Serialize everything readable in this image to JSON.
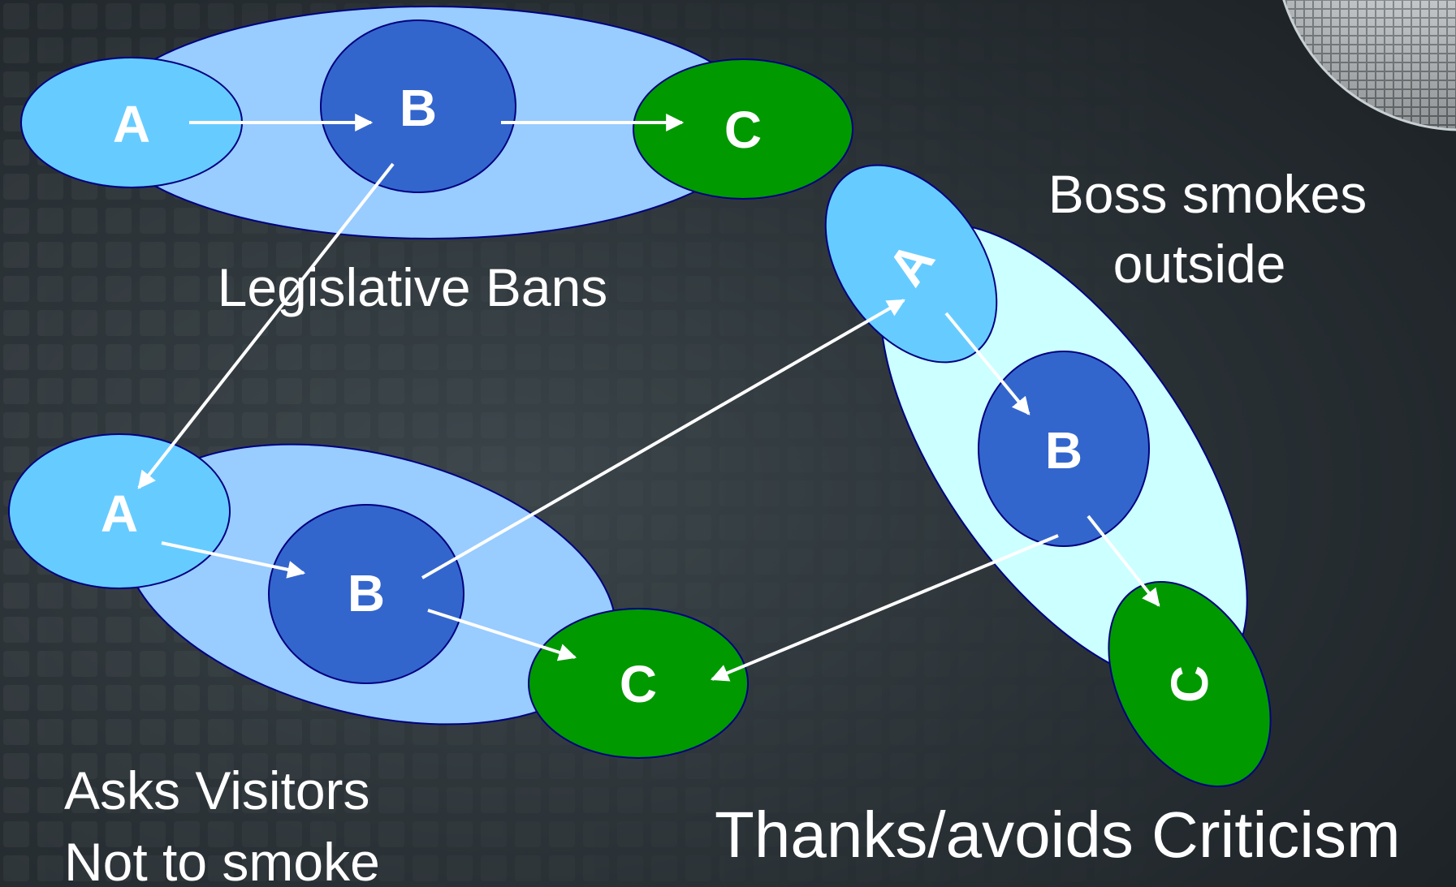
{
  "colors": {
    "background_dark": "#1f2529",
    "background_light": "#3a4449",
    "group_fill_blue": "#99ccff",
    "group_fill_cyan": "#ccffff",
    "node_a": "#66ccff",
    "node_b": "#3366cc",
    "node_c": "#009900",
    "outline": "#000080",
    "arrow": "#ffffff"
  },
  "groups": [
    {
      "id": "legislative",
      "caption_lines": [
        "Legislative Bans"
      ],
      "nodes": {
        "a": "A",
        "b": "B",
        "c": "C"
      }
    },
    {
      "id": "asks-visitors",
      "caption_lines": [
        "Asks Visitors",
        "Not to smoke"
      ],
      "nodes": {
        "a": "A",
        "b": "B",
        "c": "C"
      }
    },
    {
      "id": "boss-smokes",
      "caption_lines": [
        "Boss smokes",
        "outside"
      ],
      "nodes": {
        "a": "A",
        "b": "B",
        "c": "C"
      }
    }
  ],
  "bottom_caption": "Thanks/avoids Criticism",
  "decoration": {
    "corner_icon": "disco-ball-icon"
  }
}
